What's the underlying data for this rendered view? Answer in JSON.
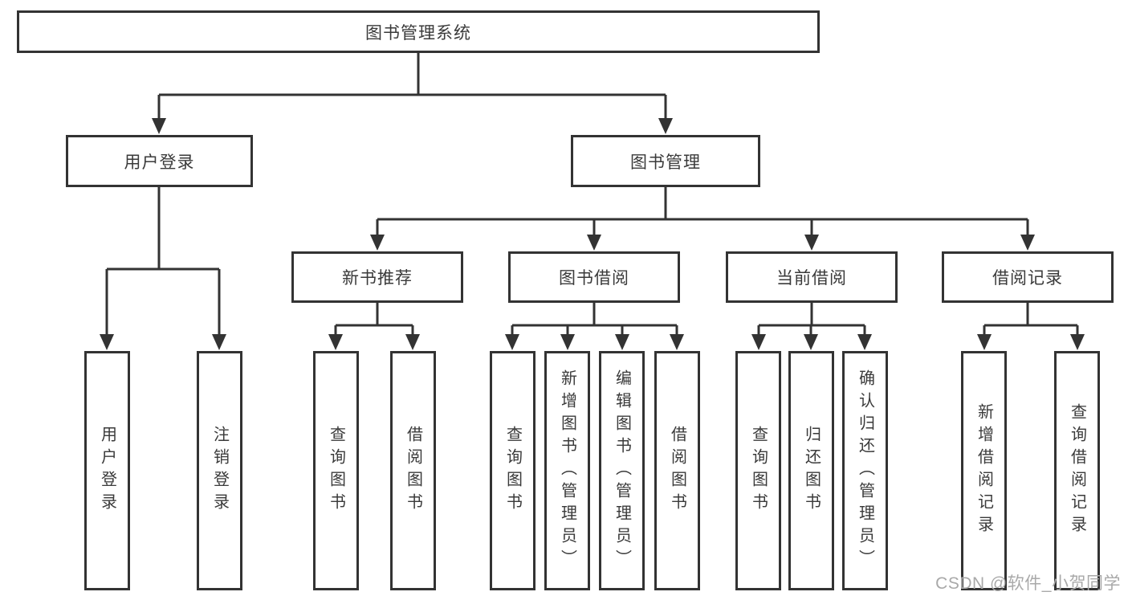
{
  "diagram": {
    "root": "图书管理系统",
    "branches": [
      {
        "label": "用户登录",
        "leaves": [
          "用户登录",
          "注销登录"
        ]
      },
      {
        "label": "图书管理",
        "children": [
          {
            "label": "新书推荐",
            "leaves": [
              "查询图书",
              "借阅图书"
            ]
          },
          {
            "label": "图书借阅",
            "leaves": [
              "查询图书",
              "新增图书（管理员）",
              "编辑图书（管理员）",
              "借阅图书"
            ]
          },
          {
            "label": "当前借阅",
            "leaves": [
              "查询图书",
              "归还图书",
              "确认归还（管理员）"
            ]
          },
          {
            "label": "借阅记录",
            "leaves": [
              "新增借阅记录",
              "查询借阅记录"
            ]
          }
        ]
      }
    ]
  },
  "watermark": "CSDN @软件_小贺同学",
  "colors": {
    "line": "#333333",
    "text": "#3a3a3a",
    "watermark": "#a9a9a9",
    "background": "#ffffff"
  }
}
